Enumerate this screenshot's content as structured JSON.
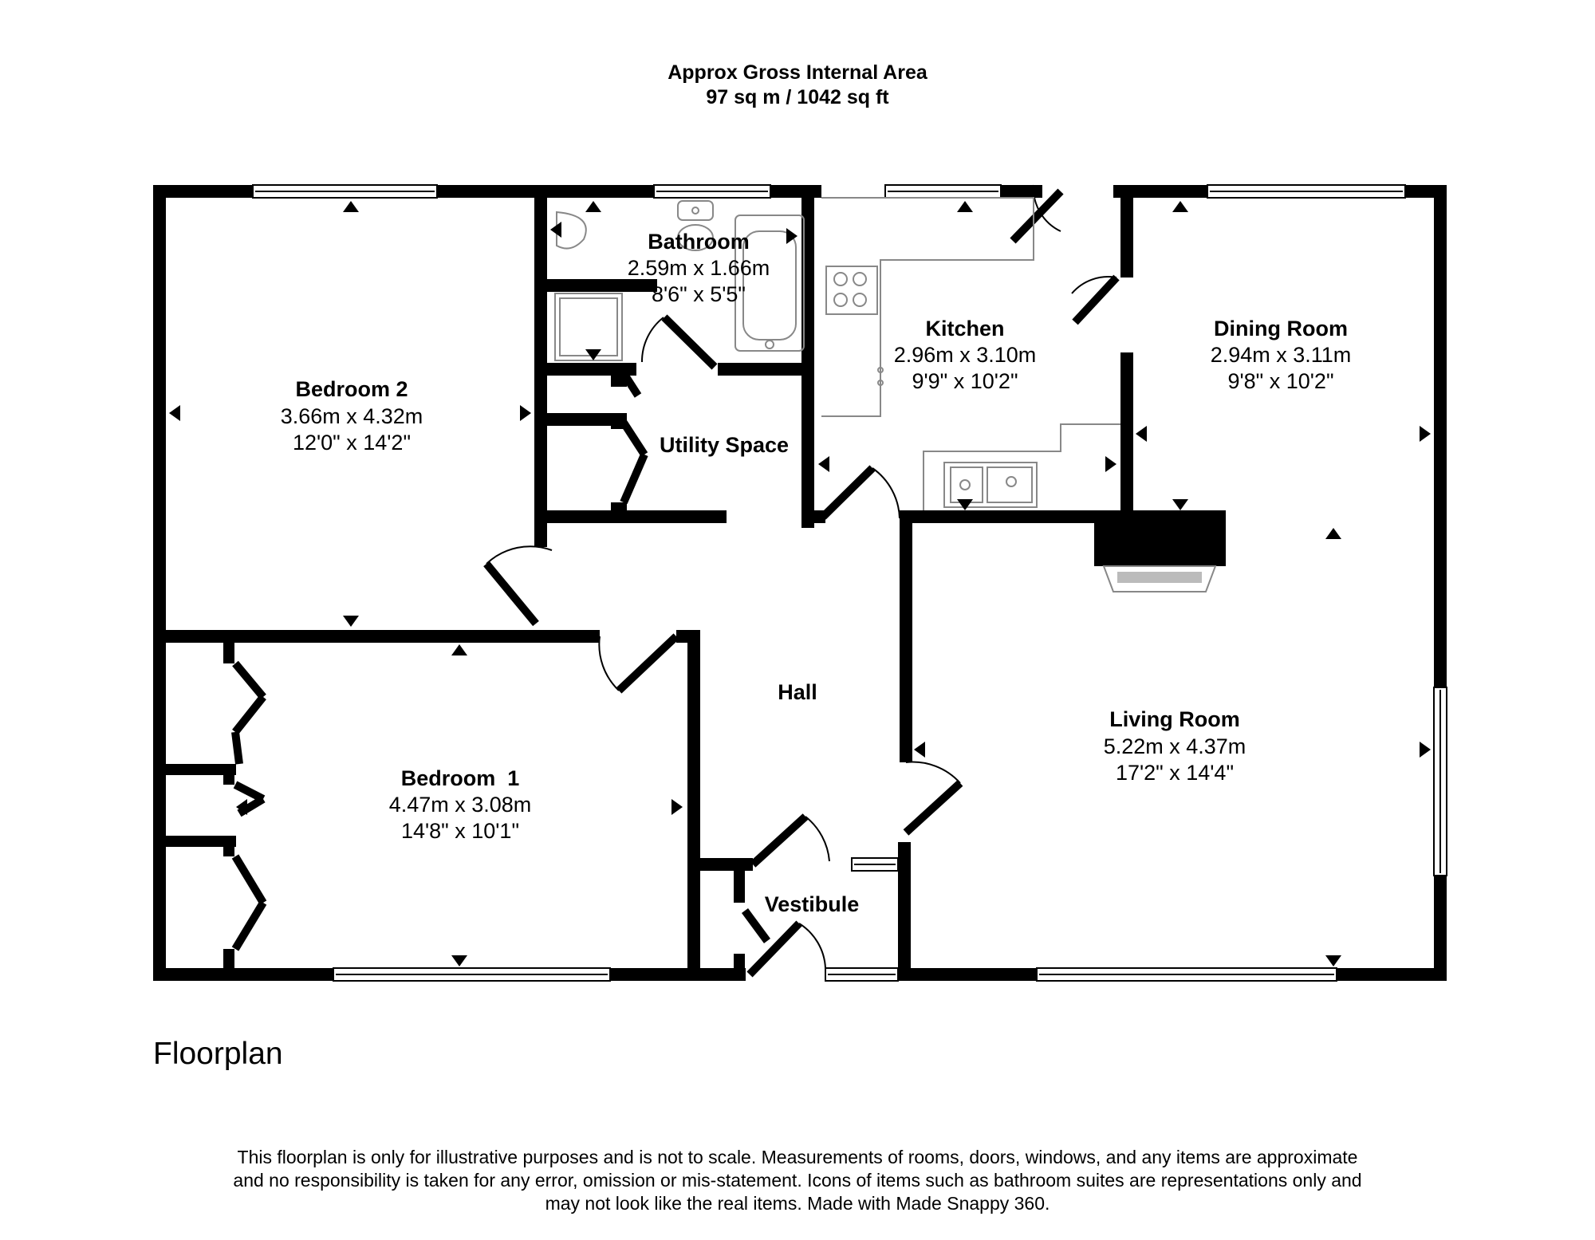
{
  "header": {
    "title": "Approx Gross Internal Area",
    "area": "97 sq m / 1042 sq ft"
  },
  "rooms": [
    {
      "name": "Bedroom 2",
      "metric": "3.66m x 4.32m",
      "imperial": "12'0\" x 14'2\""
    },
    {
      "name": "Bathroom",
      "metric": "2.59m x 1.66m",
      "imperial": "8'6\" x 5'5\""
    },
    {
      "name": "Kitchen",
      "metric": "2.96m x 3.10m",
      "imperial": "9'9\" x 10'2\""
    },
    {
      "name": "Dining Room",
      "metric": "2.94m x 3.11m",
      "imperial": "9'8\" x 10'2\""
    },
    {
      "name": "Utility Space"
    },
    {
      "name": "Hall"
    },
    {
      "name": "Bedroom  1",
      "metric": "4.47m x 3.08m",
      "imperial": "14'8\" x 10'1\""
    },
    {
      "name": "Living Room",
      "metric": "5.22m x 4.37m",
      "imperial": "17'2\" x 14'4\""
    },
    {
      "name": "Vestibule"
    }
  ],
  "caption": "Floorplan",
  "disclaimer": [
    "This floorplan is only for illustrative purposes and is not to scale. Measurements of rooms, doors, windows, and any items are approximate",
    "and no responsibility is taken for any error, omission or mis-statement. Icons of items such as bathroom suites are representations only and",
    "may not look like the real items. Made with Made Snappy 360."
  ],
  "colors": {
    "wall": "#000000",
    "fixture": "#888888",
    "background": "#ffffff"
  }
}
